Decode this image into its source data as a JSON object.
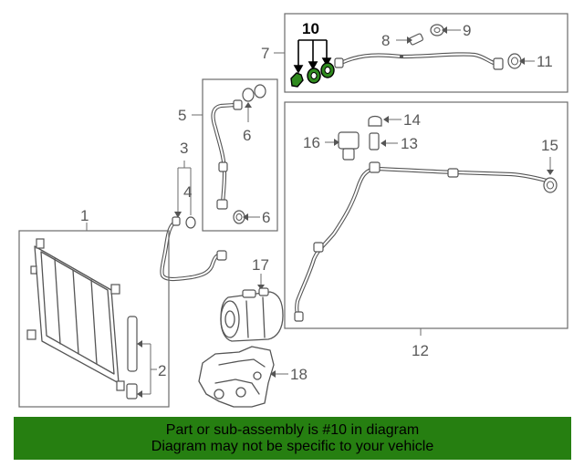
{
  "callouts": {
    "c1": "1",
    "c2": "2",
    "c3": "3",
    "c4": "4",
    "c5": "5",
    "c6a": "6",
    "c6b": "6",
    "c7": "7",
    "c8": "8",
    "c9": "9",
    "c10": "10",
    "c11": "11",
    "c12": "12",
    "c13": "13",
    "c14": "14",
    "c15": "15",
    "c16": "16",
    "c17": "17",
    "c18": "18"
  },
  "highlighted_callout": "10",
  "colors": {
    "highlight": "#2f8a1e",
    "banner": "#267f11"
  },
  "banner": {
    "line1": "Part or sub-assembly is #10 in diagram",
    "line2": "Diagram may not be specific to your vehicle"
  }
}
